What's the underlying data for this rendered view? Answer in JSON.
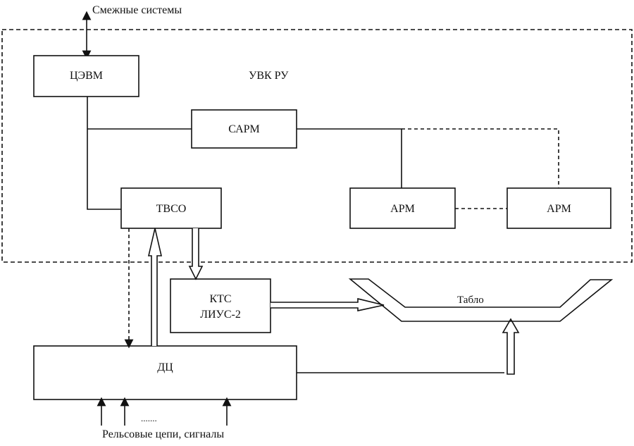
{
  "diagram": {
    "system_label": "УВК РУ",
    "external_label": "Смежные системы",
    "blocks": {
      "cevm": "ЦЭВМ",
      "sarm": "САРМ",
      "tvso": "ТВСО",
      "arm1": "АРМ",
      "arm2": "АРМ",
      "kts_line1": "КТС",
      "kts_line2": "ЛИУС-2",
      "dc": "ДЦ"
    },
    "tablo_label": "Табло",
    "inputs_ellipsis": ".......",
    "inputs_label": "Рельсовые цепи, сигналы"
  }
}
